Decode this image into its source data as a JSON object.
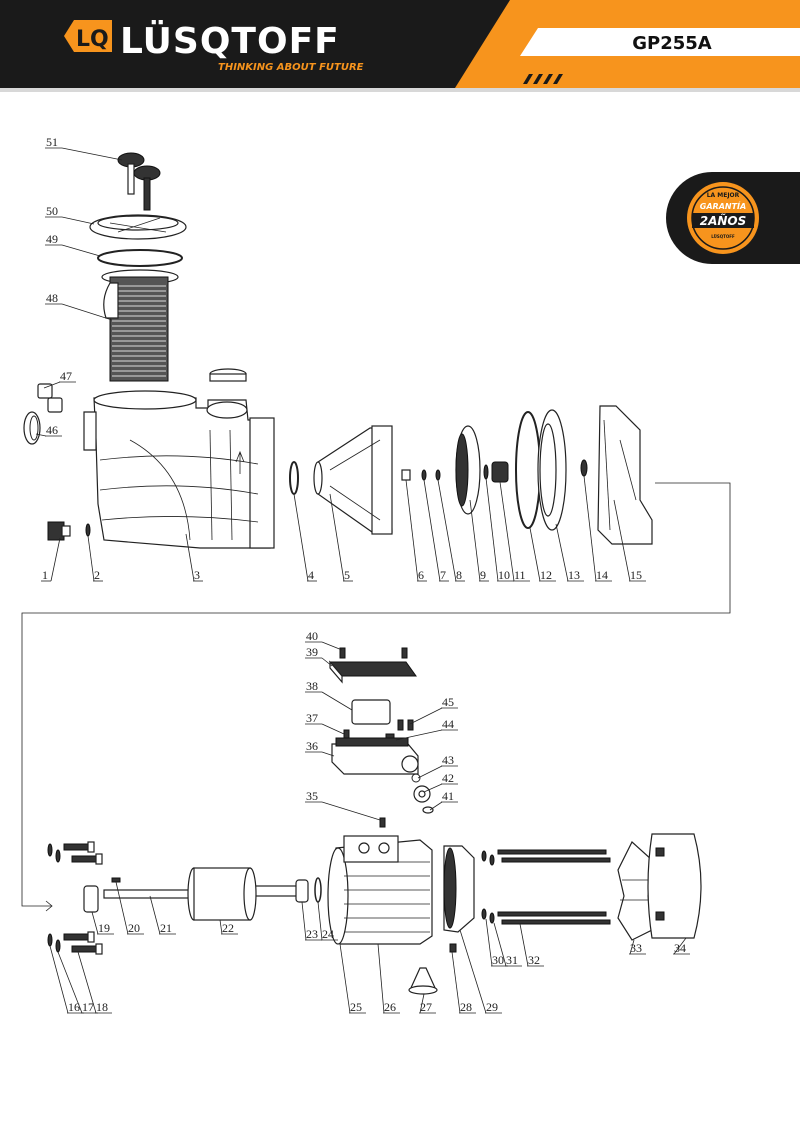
{
  "brand": {
    "name": "LÜSQTOFF",
    "logo_mark": "LQ",
    "tagline": "THINKING ABOUT FUTURE",
    "model": "GP255A",
    "colors": {
      "orange": "#f7941d",
      "black": "#1a1a1a",
      "white": "#ffffff"
    }
  },
  "badge": {
    "top_text": "LA MEJOR",
    "middle_text": "GARANTÍA",
    "years": "2AÑOS",
    "small_text": "LÜSQTOFF"
  },
  "parts": {
    "p1": "1",
    "p2": "2",
    "p3": "3",
    "p4": "4",
    "p5": "5",
    "p6": "6",
    "p7": "7",
    "p8": "8",
    "p9": "9",
    "p10": "10",
    "p11": "11",
    "p12": "12",
    "p13": "13",
    "p14": "14",
    "p15": "15",
    "p16": "16",
    "p17": "17",
    "p18": "18",
    "p19": "19",
    "p20": "20",
    "p21": "21",
    "p22": "22",
    "p23": "23",
    "p24": "24",
    "p25": "25",
    "p26": "26",
    "p27": "27",
    "p28": "28",
    "p29": "29",
    "p30": "30",
    "p31": "31",
    "p32": "32",
    "p33": "33",
    "p34": "34",
    "p35": "35",
    "p36": "36",
    "p37": "37",
    "p38": "38",
    "p39": "39",
    "p40": "40",
    "p41": "41",
    "p42": "42",
    "p43": "43",
    "p44": "44",
    "p45": "45",
    "p46": "46",
    "p47": "47",
    "p48": "48",
    "p49": "49",
    "p50": "50",
    "p51": "51"
  }
}
